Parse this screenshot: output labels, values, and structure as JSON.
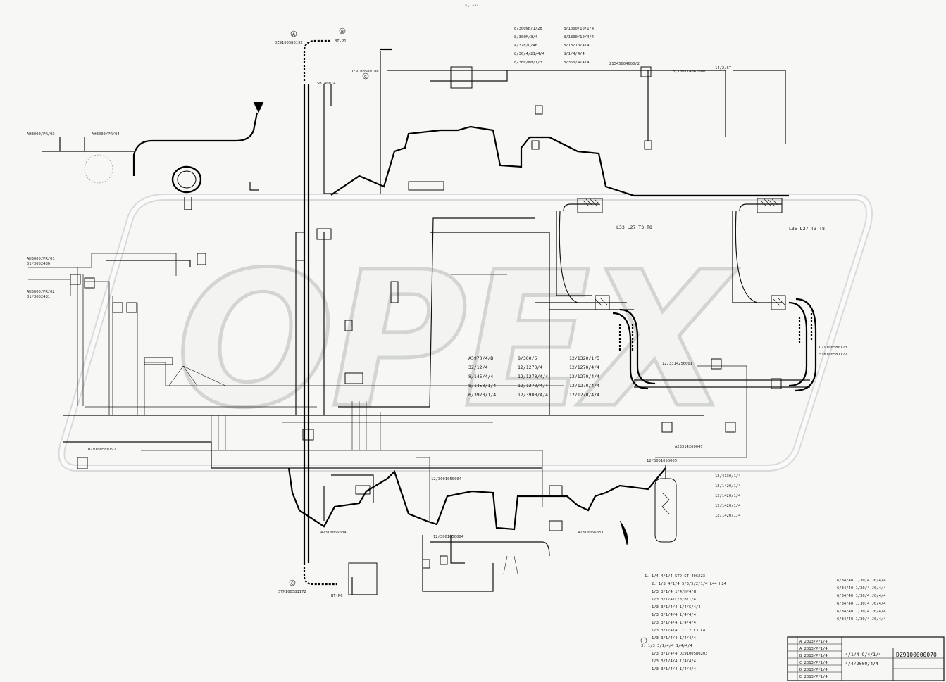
{
  "header": {
    "top_mark": "ᵐ₁ ᵃᵃᵃ"
  },
  "watermark": {
    "text": "OPEX"
  },
  "top_left_labels": {
    "pipe_code": "DZ9100580192",
    "bolt_label": "SB1400/4",
    "detail_a": "A",
    "detail_b": "B",
    "detail_c": "C",
    "p_code": "DZ9100580186",
    "part_ref": "BT-P1"
  },
  "top_center_list": [
    "8/300NB/1/2B",
    "8/300M/3/4",
    "A/378/Q/4B",
    "8/36/4/21/4/4",
    "8/360/NB/1/3"
  ],
  "top_center_list_right": [
    "8/1000/10/1/4",
    "8/1300/10/4/4",
    "8/13/10/4/4",
    "8/1/4/4/4",
    "8/360/4/4/4"
  ],
  "top_right_labels": {
    "code": "Z1545004600/2",
    "valve": "8/1001/406200M",
    "note": "14/2/ST"
  },
  "left_labels": [
    "AH3000/PR/01",
    "01/3002480",
    "AH3000/PR/02",
    "01/3002481",
    "AH3000/PR/03",
    "AH3000/PR/04"
  ],
  "center_tables": {
    "table_a": [
      "A3970/4/B",
      "32/12/4",
      "8/145/4/4",
      "8/1450/1/4",
      "6/3970/1/4"
    ],
    "table_b": [
      "8/300/5",
      "12/1270/4",
      "12/1270/4/4",
      "12/1270/4/4",
      "12/3900/4/4"
    ],
    "table_c": [
      "12/1320/1/5",
      "12/1270/4/4",
      "12/1270/4/4",
      "12/1270/4/4",
      "12/1270/4/4"
    ]
  },
  "right_labels": {
    "pipe_code_1": "DZ9100580173",
    "pipe_code_2": "STM100581172",
    "valve_1": "L33 L27 T3 T8",
    "valve_2": "L35 L27 T3 T8",
    "ref_1": "12/3314256001",
    "ref_2": "A23314260047"
  },
  "right_list": [
    "12/4130/1/4",
    "12/1420/1/4",
    "12/1420/1/4",
    "12/1420/1/4",
    "12/1420/1/4"
  ],
  "bottom_center_labels": {
    "code_1": "12/3001050004",
    "code_2": "12/3001050004",
    "code_3": "A2310056004",
    "code_4": "A2310056033",
    "code_5": "12/3001050005"
  },
  "bottom_left_labels": {
    "pipe_code": "DZ9100580192",
    "bottom_code": "STM100581172",
    "detail": "C",
    "part": "BT-P6"
  },
  "notes": {
    "lines": [
      "1. 1/4 4/1/4 STD:ST-406223",
      "2. 1/3 4/1/4 5/3/5/2/1/4 L44 H24",
      "   1/3 3/1/4 1/4/H/4/H",
      "   1/3 3/1/4/L/3/B/1/4",
      "   1/3 3/1/4/4 1/4/S/4/4",
      "   1/3 3/1/4/4 1/4/4/4",
      "   1/3 3/1/4/4 1/4/4/4",
      "   1/3 3/1/4/4 L1 L2 L3 L4",
      "   1/3 3/1/4/4 1/4/4/4",
      "3. 1/3 3/1/4/4 1/4/4/4",
      "   1/3 3/1/4/4 DZ9100580203",
      "   1/3 3/1/4/4 1/4/4/4",
      "   1/3 3/1/4/4 1/4/4/4"
    ]
  },
  "bottom_right_list": [
    "6/34/40 1/30/4 J0/4/4",
    "6/34/40 1/30/4 J0/4/4",
    "6/34/40 1/30/4 J0/4/4",
    "6/34/40 1/30/4 J0/4/4",
    "6/34/40 1/30/4 J0/4/4",
    "6/34/40 1/30/4 J0/4/4"
  ],
  "title_block": {
    "drawing_no": "DZ9100000070",
    "title_line_1": "4/1/4 9/4/1/4",
    "title_line_2": "4/4/2000/4/4",
    "rows": [
      "A 2013/P/1/4",
      "A 2013/P/1/4",
      "B 2013/P/1/4",
      "C 2013/P/1/4",
      "D 2013/P/1/4",
      "E 2013/P/1/4"
    ]
  },
  "colors": {
    "background": "#f7f8f6",
    "line": "#111111",
    "watermark_outline": "#d0d3d0",
    "watermark_fill": "#eeefed"
  }
}
